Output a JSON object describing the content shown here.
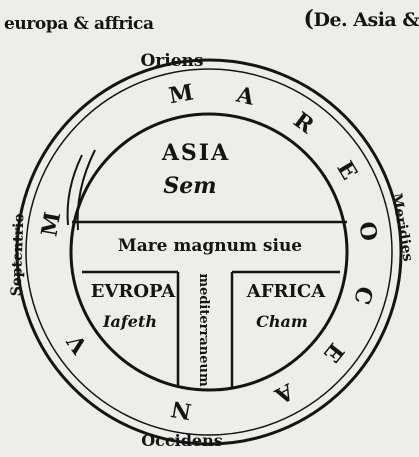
{
  "header": {
    "left_text": "europa & affrica",
    "right_mark": "(",
    "right_text": "De. Asia &"
  },
  "map": {
    "directions": {
      "top": "Oriens",
      "bottom": "Occidens",
      "left": "Septentrio",
      "right": "Meridies"
    },
    "ocean_letters": [
      "M",
      "A",
      "R",
      "E",
      "O",
      "C",
      "E",
      "A",
      "N",
      "V",
      "M"
    ],
    "ocean_letters_left": [
      "M",
      "A",
      "R",
      "E",
      "O",
      "C",
      "E",
      "A",
      "N",
      "V",
      "M"
    ],
    "continents": {
      "asia": {
        "name": "ASIA",
        "son": "Sem"
      },
      "europa": {
        "name": "EVROPA",
        "son": "Iafeth"
      },
      "africa": {
        "name": "AFRICA",
        "son": "Cham"
      }
    },
    "sea_horizontal": "Mare magnum siue",
    "sea_vertical": "mediterraneum"
  }
}
